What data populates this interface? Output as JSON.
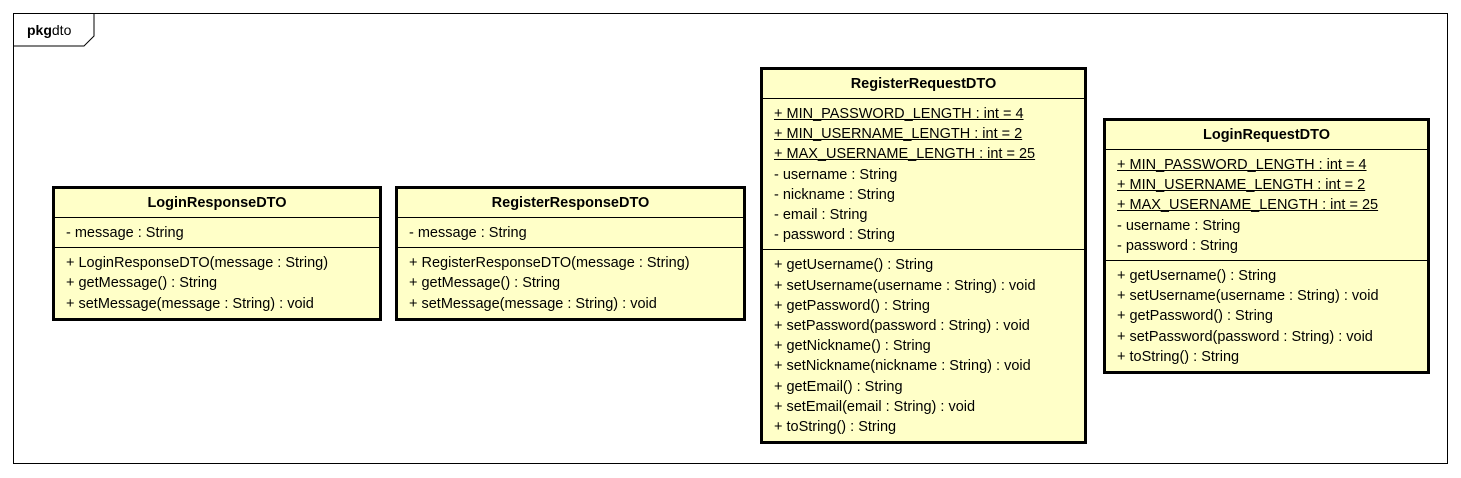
{
  "package": {
    "keyword": "pkg",
    "name": "dto"
  },
  "classes": [
    {
      "name": "LoginResponseDTO",
      "attributes": [
        "- message : String"
      ],
      "operations": [
        "+ LoginResponseDTO(message : String)",
        "+ getMessage() : String",
        "+ setMessage(message : String) : void"
      ]
    },
    {
      "name": "RegisterResponseDTO",
      "attributes": [
        "- message : String"
      ],
      "operations": [
        "+ RegisterResponseDTO(message : String)",
        "+ getMessage() : String",
        "+ setMessage(message : String) : void"
      ]
    },
    {
      "name": "RegisterRequestDTO",
      "static_attributes": [
        "+ MIN_PASSWORD_LENGTH : int = 4",
        "+ MIN_USERNAME_LENGTH : int = 2",
        "+ MAX_USERNAME_LENGTH : int = 25"
      ],
      "attributes": [
        "- username : String",
        "- nickname : String",
        "- email : String",
        "- password : String"
      ],
      "operations": [
        "+ getUsername() : String",
        "+ setUsername(username : String) : void",
        "+ getPassword() : String",
        "+ setPassword(password : String) : void",
        "+ getNickname() : String",
        "+ setNickname(nickname : String) : void",
        "+ getEmail() : String",
        "+ setEmail(email : String) : void",
        "+ toString() : String"
      ]
    },
    {
      "name": "LoginRequestDTO",
      "static_attributes": [
        "+ MIN_PASSWORD_LENGTH : int = 4",
        "+ MIN_USERNAME_LENGTH : int = 2",
        "+ MAX_USERNAME_LENGTH : int = 25"
      ],
      "attributes": [
        "- username : String",
        "- password : String"
      ],
      "operations": [
        "+ getUsername() : String",
        "+ setUsername(username : String) : void",
        "+ getPassword() : String",
        "+ setPassword(password : String) : void",
        "+ toString() : String"
      ]
    }
  ],
  "colors": {
    "class_fill": "#ffffc8",
    "border": "#000000"
  }
}
